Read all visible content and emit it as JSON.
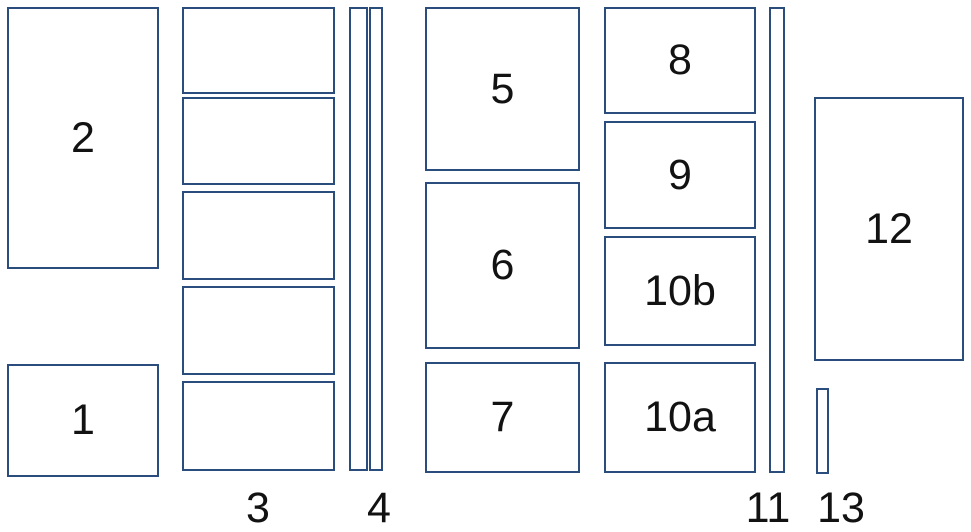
{
  "diagram": {
    "colors": {
      "border": "#2b4d7e",
      "label": "#121212",
      "background": "#ffffff"
    },
    "boxes": {
      "b1": "1",
      "b2": "2",
      "b5": "5",
      "b6": "6",
      "b7": "7",
      "b8": "8",
      "b9": "9",
      "b10b": "10b",
      "b10a": "10a",
      "b12": "12"
    },
    "column_labels": {
      "l3": "3",
      "l4": "4",
      "l11": "11",
      "l13": "13"
    }
  }
}
